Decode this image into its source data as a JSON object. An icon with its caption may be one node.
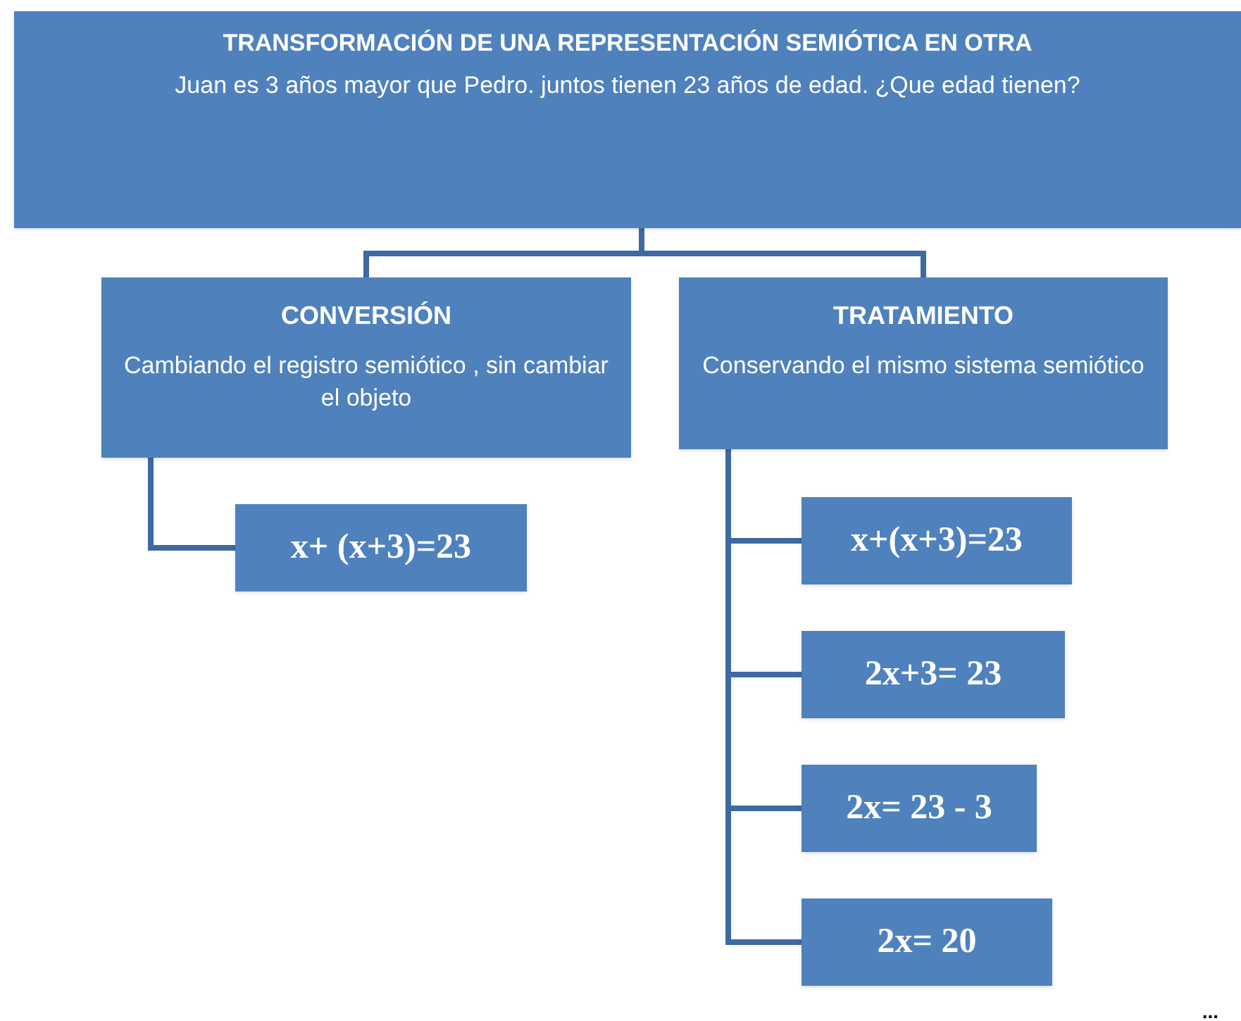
{
  "diagram": {
    "nodes": [
      {
        "text": [
          "TRANSFORMACIÓN DE UNA REPRESENTACIÓN SEMIÓTICA EN OTRA",
          "Juan es 3 años mayor que Pedro. juntos tienen 23 años de edad. ¿Que edad tienen?"
        ]
      },
      {
        "text": [
          "CONVERSIÓN",
          "Cambiando el registro semiótico , sin cambiar el objeto"
        ]
      },
      {
        "text": [
          "TRATAMIENTO",
          "Conservando el mismo sistema semiótico"
        ]
      },
      {
        "text": [
          "x+ (x+3)=23"
        ]
      },
      {
        "text": [
          "x+(x+3)=23"
        ]
      },
      {
        "text": [
          "2x+3= 23"
        ]
      },
      {
        "text": [
          "2x= 23 - 3"
        ]
      },
      {
        "text": [
          "2x= 20"
        ]
      }
    ],
    "edges": [
      {
        "from": 0,
        "to": 1,
        "arrow": "none"
      },
      {
        "from": 0,
        "to": 2,
        "arrow": "none"
      },
      {
        "from": 1,
        "to": 3,
        "arrow": "none"
      },
      {
        "from": 2,
        "to": 4,
        "arrow": "none"
      },
      {
        "from": 2,
        "to": 5,
        "arrow": "none"
      },
      {
        "from": 2,
        "to": 6,
        "arrow": "none"
      },
      {
        "from": 2,
        "to": 7,
        "arrow": "none"
      }
    ],
    "labels": [
      "..."
    ]
  }
}
